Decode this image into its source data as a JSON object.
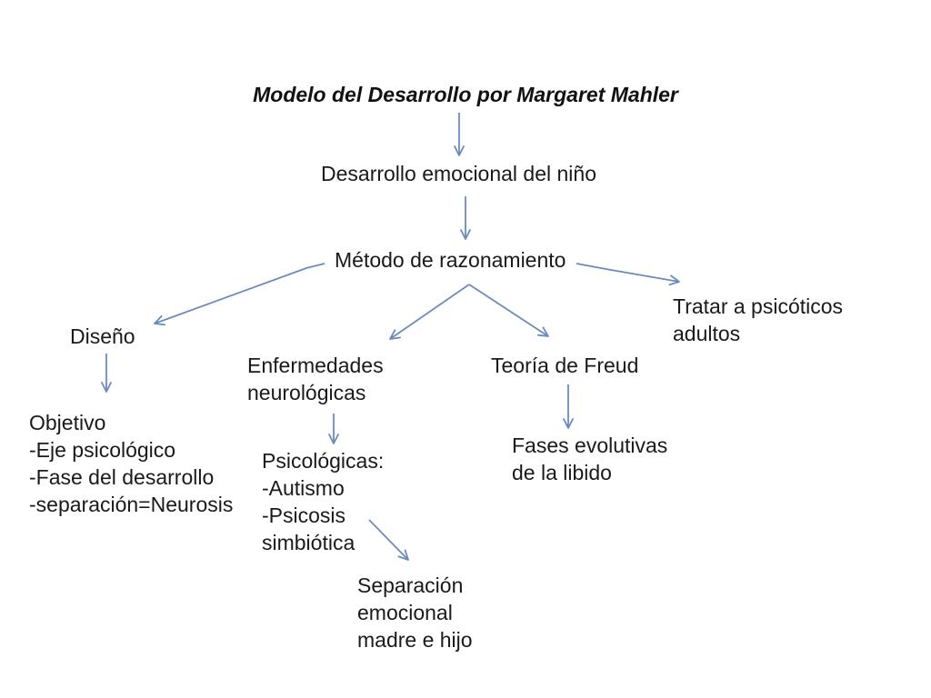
{
  "colors": {
    "arrow": "#6b8bbf",
    "text": "#1a1a1a",
    "background": "#ffffff"
  },
  "diagram": {
    "title": "Modelo del Desarrollo por Margaret Mahler",
    "nodes": {
      "desarrollo": "Desarrollo emocional del niño",
      "metodo": "Método de razonamiento",
      "diseno": "Diseño",
      "objetivo": "Objetivo\n-Eje psicológico\n-Fase del desarrollo\n-separación=Neurosis",
      "enfermedades": "Enfermedades\nneurológicas",
      "psicologicas": "Psicológicas:\n-Autismo\n-Psicosis\nsimbiótica",
      "teoria": "Teoría de Freud",
      "fases": "Fases evolutivas\nde la libido",
      "tratar": "Tratar a psicóticos\nadultos",
      "separacion": "Separación\nemocional\nmadre e hijo"
    },
    "edges": [
      {
        "from": "title",
        "to": "desarrollo"
      },
      {
        "from": "desarrollo",
        "to": "metodo"
      },
      {
        "from": "metodo",
        "to": "diseno"
      },
      {
        "from": "metodo",
        "to": "enfermedades"
      },
      {
        "from": "metodo",
        "to": "teoria"
      },
      {
        "from": "metodo",
        "to": "tratar"
      },
      {
        "from": "diseno",
        "to": "objetivo"
      },
      {
        "from": "enfermedades",
        "to": "psicologicas"
      },
      {
        "from": "teoria",
        "to": "fases"
      },
      {
        "from": "psicologicas",
        "to": "separacion"
      }
    ]
  }
}
